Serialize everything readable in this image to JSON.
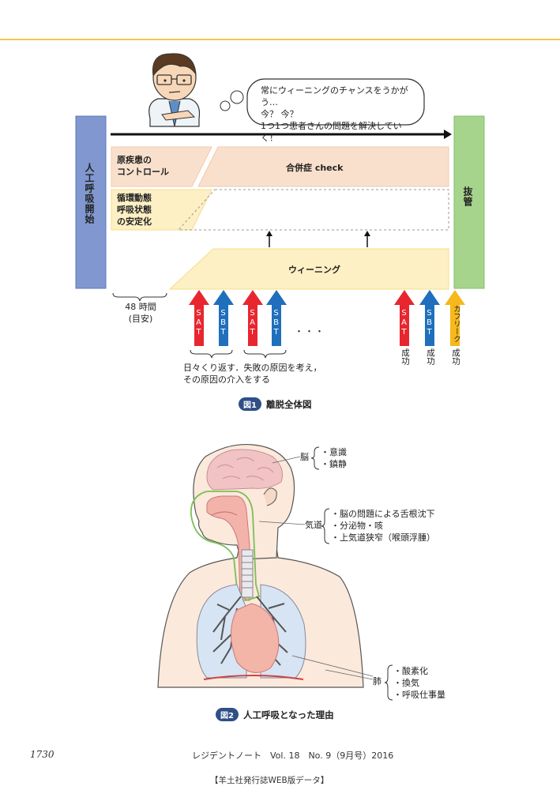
{
  "thought_bubble": {
    "lines": [
      "常にウィーニングのチャンスをうかがう…",
      "今？ 今？",
      "1つ1つ患者さんの問題を解決していく！"
    ]
  },
  "fig1": {
    "start_label": "人工呼吸開始",
    "end_label": "抜管",
    "row1_left": [
      "原疾患の",
      "コントロール"
    ],
    "row1_right": "合併症 check",
    "row2_left": [
      "循環動態",
      "呼吸状態",
      "の安定化"
    ],
    "weaning_label": "ウィーニング",
    "time_label": [
      "48 時間",
      "(目安)"
    ],
    "sat": "SAT",
    "sbt": "SBT",
    "cuff_leak": "カフリーク",
    "dots": "・・・",
    "success": "成功",
    "repeat_note": [
      "日々くり返す．失敗の原因を考え，",
      "その原因の介入をする"
    ],
    "caption_badge": "図1",
    "caption_text": "離脱全体図",
    "colors": {
      "sat": "#e8262f",
      "sbt": "#1f6fbd",
      "cuff": "#f6b81b",
      "start_bar": "#8098cf",
      "end_bar": "#a6d48d"
    }
  },
  "fig2": {
    "brain_label": "脳",
    "brain_items": [
      "・意識",
      "・鎮静"
    ],
    "airway_label": "気道",
    "airway_items": [
      "・脳の問題による舌根沈下",
      "・分泌物・咳",
      "・上気道狭窄（喉頭浮腫）"
    ],
    "lung_label": "肺",
    "lung_items": [
      "・酸素化",
      "・換気",
      "・呼吸仕事量"
    ],
    "caption_badge": "図2",
    "caption_text": "人工呼吸となった理由"
  },
  "footer": {
    "page_number": "1730",
    "journal": "レジデントノート　Vol. 18　No. 9（9月号）2016",
    "web_note": "【羊土社発行誌WEB版データ】"
  }
}
